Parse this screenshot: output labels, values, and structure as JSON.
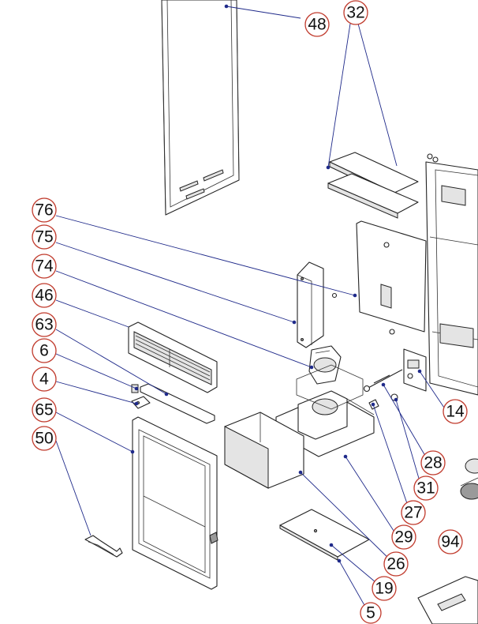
{
  "diagram": {
    "callouts": [
      {
        "label": "48"
      },
      {
        "label": "32"
      },
      {
        "label": "76"
      },
      {
        "label": "75"
      },
      {
        "label": "74"
      },
      {
        "label": "46"
      },
      {
        "label": "63"
      },
      {
        "label": "6"
      },
      {
        "label": "4"
      },
      {
        "label": "65"
      },
      {
        "label": "50"
      },
      {
        "label": "14"
      },
      {
        "label": "28"
      },
      {
        "label": "31"
      },
      {
        "label": "27"
      },
      {
        "label": "29"
      },
      {
        "label": "94"
      },
      {
        "label": "26"
      },
      {
        "label": "19"
      },
      {
        "label": "5"
      }
    ]
  },
  "colors": {
    "callout_ring": "#c0392b",
    "leader_line": "#1f2a8a",
    "line_art": "#222222"
  }
}
